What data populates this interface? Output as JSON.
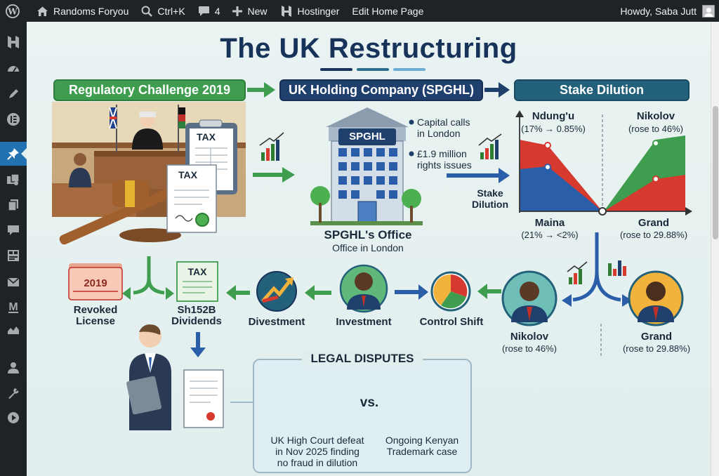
{
  "adminbar": {
    "site_name": "Randoms Foryou",
    "shortcut": "Ctrl+K",
    "comments_count": "4",
    "new_label": "New",
    "hostinger_label": "Hostinger",
    "edit_label": "Edit Home Page",
    "howdy": "Howdy, Saba Jutt"
  },
  "sidebar": {
    "icons": [
      "hostinger-icon",
      "dashboard-icon",
      "posts-pen-icon",
      "elementor-icon",
      "pin-icon",
      "media-icon",
      "pages-icon",
      "comments-icon",
      "forms-icon",
      "mail-icon",
      "m-icon",
      "megaphone-icon",
      "users-icon",
      "tools-icon",
      "play-icon"
    ]
  },
  "infographic": {
    "title": "The UK Restructuring",
    "banners": {
      "regulatory": "Regulatory Challenge 2019",
      "holding": "UK Holding Company (SPGHL)",
      "dilution": "Stake Dilution"
    },
    "tax_label": "TAX",
    "tax_label_2": "TAX",
    "building_sign": "SPGHL",
    "office_title": "SPGHL's Office",
    "office_subtitle": "Office in London",
    "bullets": [
      "Capital calls in London",
      "£1.9 million rights issues"
    ],
    "bullet_lines": {
      "b1a": "Capital calls",
      "b1b": "in London",
      "b2a": "£1.9 million",
      "b2b": "rights issues"
    },
    "stake_dilution_a": "Stake",
    "stake_dilution_b": "Dilution",
    "chart_labels": {
      "ndungu_name": "Ndung'u",
      "ndungu_change": "(17% → 0.85%)",
      "nikolov_name": "Nikolov",
      "nikolov_change": "(rose to 46%)",
      "maina_name": "Maina",
      "maina_change": "(21% → <2%)",
      "grand_name": "Grand",
      "grand_change": "(rose to 29.88%)"
    },
    "flow": {
      "folder_year": "2019",
      "revoked_a": "Revoked",
      "revoked_b": "License",
      "dividend_tax": "TAX",
      "dividends_a": "Sh152B",
      "dividends_b": "Dividends",
      "divestment": "Divestment",
      "investment": "Investment",
      "control_shift": "Control Shift"
    },
    "people": {
      "nikolov_name": "Nikolov",
      "nikolov_change": "(rose to 46%)",
      "grand_name": "Grand",
      "grand_change": "(rose to 29.88%)"
    },
    "legal": {
      "title": "LEGAL DISPUTES",
      "vs": "vs.",
      "left_a": "UK High Court defeat",
      "left_b": "in Nov 2025 finding",
      "left_c": "no fraud in dilution",
      "right_a": "Ongoing Kenyan",
      "right_b": "Trademark case"
    },
    "colors": {
      "navy": "#17335a",
      "green": "#3f9d4f",
      "teal": "#23607a",
      "red": "#d63a2f",
      "blue": "#2b5ea8"
    }
  }
}
